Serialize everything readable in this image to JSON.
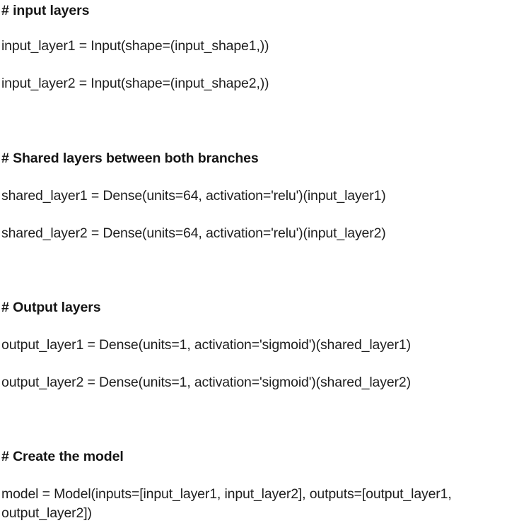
{
  "document": {
    "type": "code-snippet",
    "language": "python",
    "background_color": "#ffffff",
    "text_color": "#1b1b1b",
    "heading_color": "#151515",
    "blocks": [
      {
        "id": "input-layers",
        "heading": "# input layers",
        "statements": [
          "input_layer1 = Input(shape=(input_shape1,))",
          "input_layer2 = Input(shape=(input_shape2,))"
        ]
      },
      {
        "id": "shared-layers",
        "heading": "# Shared layers between both branches",
        "statements": [
          "shared_layer1 = Dense(units=64, activation='relu')(input_layer1)",
          "shared_layer2 = Dense(units=64, activation='relu')(input_layer2)"
        ]
      },
      {
        "id": "output-layers",
        "heading": "# Output layers",
        "statements": [
          "output_layer1 = Dense(units=1, activation='sigmoid')(shared_layer1)",
          "output_layer2 = Dense(units=1, activation='sigmoid')(shared_layer2)"
        ]
      },
      {
        "id": "create-model",
        "heading": "# Create the model",
        "statements": [
          "model = Model(inputs=[input_layer1, input_layer2], outputs=[output_layer1, output_layer2])"
        ]
      }
    ]
  },
  "lines": {
    "l0": "# input layers",
    "l1": "input_layer1 = Input(shape=(input_shape1,))",
    "l2": "input_layer2 = Input(shape=(input_shape2,))",
    "l3": "# Shared layers between both branches",
    "l4": "shared_layer1 = Dense(units=64, activation='relu')(input_layer1)",
    "l5": "shared_layer2 = Dense(units=64, activation='relu')(input_layer2)",
    "l6": "# Output layers",
    "l7": "output_layer1 = Dense(units=1, activation='sigmoid')(shared_layer1)",
    "l8": "output_layer2 = Dense(units=1, activation='sigmoid')(shared_layer2)",
    "l9": "# Create the model",
    "l10": "model = Model(inputs=[input_layer1, input_layer2], outputs=[output_layer1, output_layer2])"
  }
}
